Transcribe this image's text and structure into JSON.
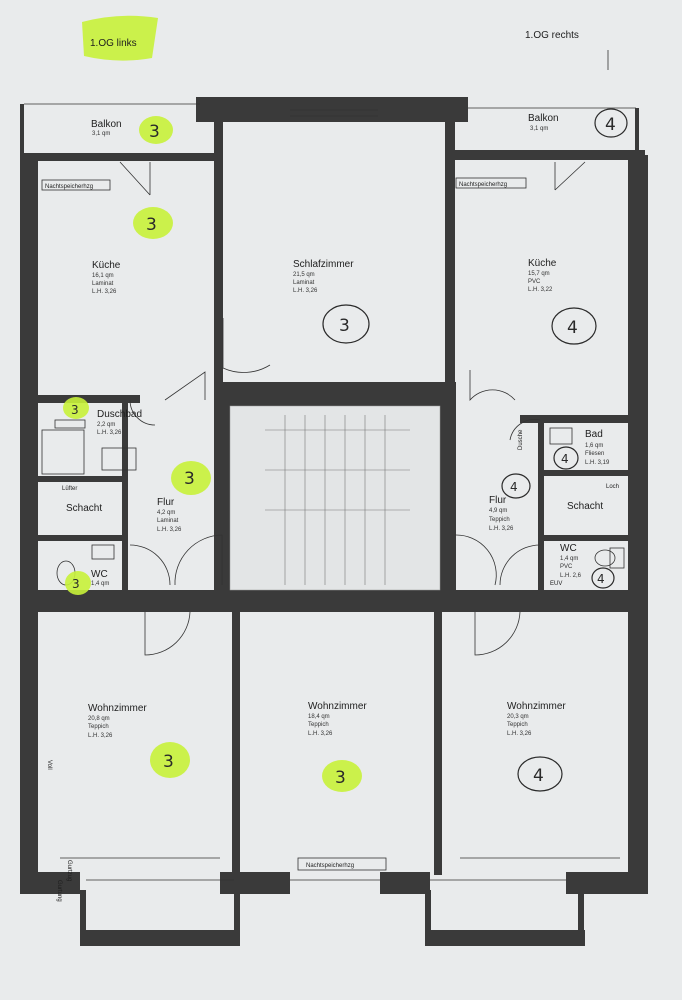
{
  "header": {
    "left_unit": "1.OG links",
    "right_unit": "1.OG rechts"
  },
  "colors": {
    "highlight": "#c8f23a",
    "wall": "#3a3a3a",
    "paper": "#e9ebec"
  },
  "rooms": {
    "balkon_left": {
      "name": "Balkon",
      "info": [
        "3,1 qm"
      ],
      "mark": "3"
    },
    "balkon_right": {
      "name": "Balkon",
      "info": [
        "3,1 qm"
      ],
      "mark": "4"
    },
    "kueche_left": {
      "name": "Küche",
      "info": [
        "16,1 qm",
        "Laminat",
        "L.H. 3,26"
      ],
      "mark": "3"
    },
    "schlafzimmer": {
      "name": "Schlafzimmer",
      "info": [
        "21,5 qm",
        "Laminat",
        "L.H. 3,26"
      ],
      "mark": "3"
    },
    "kueche_right": {
      "name": "Küche",
      "info": [
        "15,7 qm",
        "PVC",
        "L.H. 3,22"
      ],
      "mark": "4"
    },
    "duschbad": {
      "name": "Duschbad",
      "info": [
        "2,2 qm",
        "L.H. 3,26"
      ],
      "mark": "3"
    },
    "bad": {
      "name": "Bad",
      "info": [
        "1,6 qm",
        "Fliesen",
        "L.H. 3,19"
      ],
      "mark": "4"
    },
    "schacht_left": {
      "name": "Schacht",
      "info": []
    },
    "schacht_right": {
      "name": "Schacht",
      "info": []
    },
    "flur_left": {
      "name": "Flur",
      "info": [
        "4,2 qm",
        "Laminat",
        "L.H. 3,26"
      ],
      "mark": "3"
    },
    "flur_right": {
      "name": "Flur",
      "info": [
        "4,9 qm",
        "Teppich",
        "L.H. 3,26"
      ],
      "mark": "4"
    },
    "wc_left": {
      "name": "WC",
      "info": [
        "1,4 qm"
      ],
      "mark": "3"
    },
    "wc_right": {
      "name": "WC",
      "info": [
        "1,4 qm",
        "PVC",
        "L.H. 2,6"
      ],
      "mark": "4"
    },
    "wohnzimmer_left": {
      "name": "Wohnzimmer",
      "info": [
        "20,8 qm",
        "Teppich",
        "L.H. 3,26"
      ],
      "mark": "3"
    },
    "wohnzimmer_mid": {
      "name": "Wohnzimmer",
      "info": [
        "18,4 qm",
        "Teppich",
        "L.H. 3,26"
      ],
      "mark": "3"
    },
    "wohnzimmer_right": {
      "name": "Wohnzimmer",
      "info": [
        "20,3 qm",
        "Teppich",
        "L.H. 3,26"
      ],
      "mark": "4"
    }
  },
  "notes": {
    "heater_kueche_left": "Nachtspeicherhzg",
    "heater_kueche_right": "Nachtspeicherhzg",
    "heater_wohn_mid": "Nachtspeicherhzg",
    "luefter": "Lüfter",
    "loch": "Loch",
    "euv": "EUV",
    "dusche": "Dusche",
    "side_vert_1": "Voll",
    "side_vert_2": "Gurtzug",
    "side_vert_3": "Gurtung"
  }
}
